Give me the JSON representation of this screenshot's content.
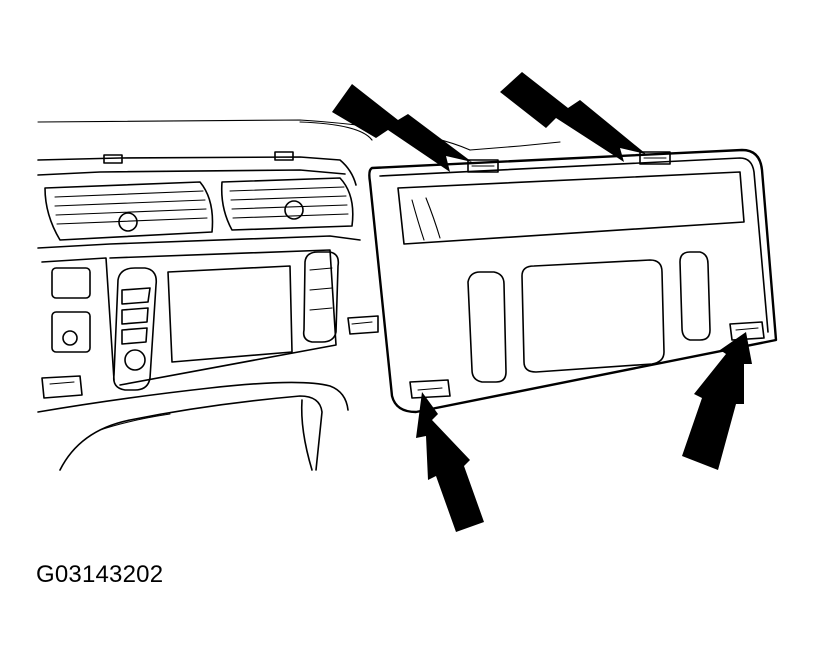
{
  "figure_id": "G03143202",
  "colors": {
    "line": "#000000",
    "background": "#ffffff"
  },
  "callouts": [
    "arrow-top-left-clip",
    "arrow-top-right-clip",
    "arrow-bottom-left-clip",
    "arrow-bottom-right-clip"
  ]
}
